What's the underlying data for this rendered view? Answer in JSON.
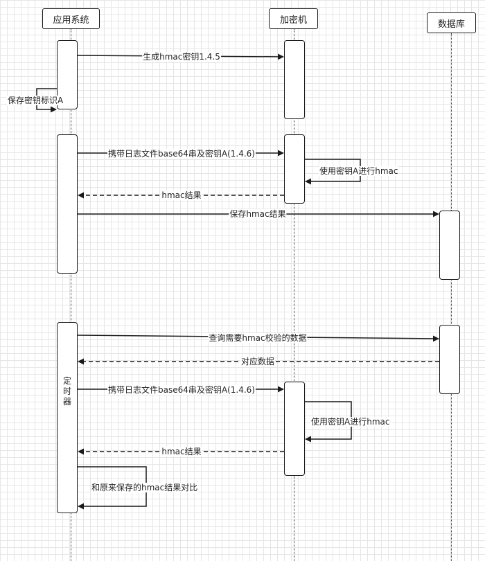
{
  "participants": {
    "app": "应用系统",
    "hsm": "加密机",
    "db": "数据库"
  },
  "messages": {
    "m1": "生成hmac密钥1.4.5",
    "m2": "保存密钥标识A",
    "m3": "携带日志文件base64串及密钥A(1.4.6)",
    "m4": "使用密钥A进行hmac",
    "m5": "hmac结果",
    "m6": "保存hmac结果",
    "m7": "查询需要hmac校验的数据",
    "m8": "对应数据",
    "m9": "携带日志文件base64串及密钥A(1.4.6)",
    "m10": "使用密钥A进行hmac",
    "m11": "hmac结果",
    "m12": "和原来保存的hmac结果对比"
  },
  "timer_label": "定时器"
}
